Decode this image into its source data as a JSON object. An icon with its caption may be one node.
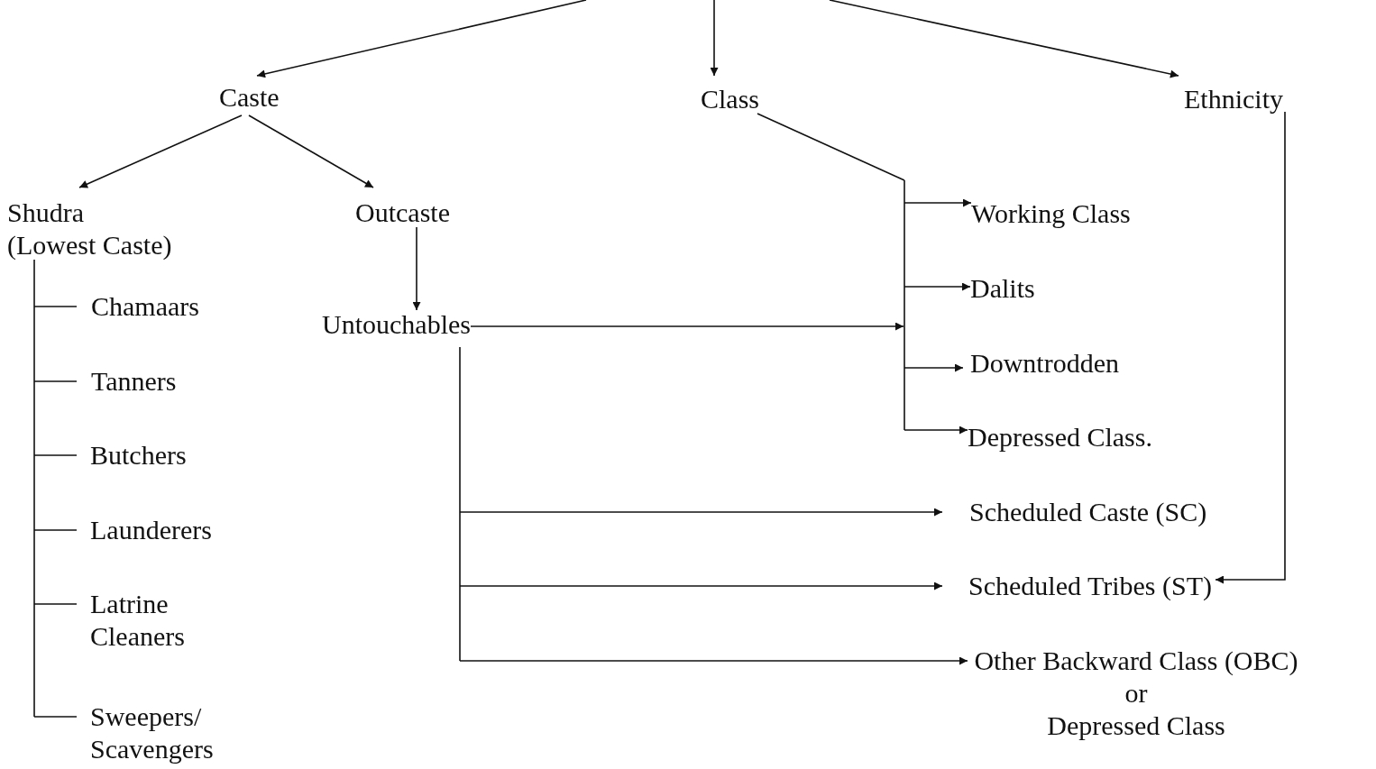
{
  "diagram": {
    "nodes": [
      {
        "text": [
          "Caste"
        ]
      },
      {
        "text": [
          "Class"
        ]
      },
      {
        "text": [
          "Ethnicity"
        ]
      },
      {
        "text": [
          "Shudra",
          "(Lowest Caste)"
        ]
      },
      {
        "text": [
          "Outcaste"
        ]
      },
      {
        "text": [
          "Chamaars"
        ]
      },
      {
        "text": [
          "Tanners"
        ]
      },
      {
        "text": [
          "Butchers"
        ]
      },
      {
        "text": [
          "Launderers"
        ]
      },
      {
        "text": [
          "Latrine Cleaners"
        ]
      },
      {
        "text": [
          "Sweepers/ Scavengers"
        ]
      },
      {
        "text": [
          "Untouchables"
        ]
      },
      {
        "text": [
          "Working Class"
        ]
      },
      {
        "text": [
          "Dalits"
        ]
      },
      {
        "text": [
          "Downtrodden"
        ]
      },
      {
        "text": [
          "Depressed Class."
        ]
      },
      {
        "text": [
          "Scheduled Caste (SC)"
        ]
      },
      {
        "text": [
          "Scheduled Tribes (ST)"
        ]
      },
      {
        "text": [
          "Other Backward Class (OBC)",
          "or",
          "Depressed Class"
        ]
      }
    ],
    "edges": [
      {
        "from": null,
        "to": 0,
        "arrow": "to"
      },
      {
        "from": null,
        "to": 1,
        "arrow": "to"
      },
      {
        "from": null,
        "to": 2,
        "arrow": "to"
      },
      {
        "from": 0,
        "to": 3,
        "arrow": "to"
      },
      {
        "from": 0,
        "to": 4,
        "arrow": "to"
      },
      {
        "from": 3,
        "to": 5,
        "arrow": "none"
      },
      {
        "from": 3,
        "to": 6,
        "arrow": "none"
      },
      {
        "from": 3,
        "to": 7,
        "arrow": "none"
      },
      {
        "from": 3,
        "to": 8,
        "arrow": "none"
      },
      {
        "from": 3,
        "to": 9,
        "arrow": "none"
      },
      {
        "from": 3,
        "to": 10,
        "arrow": "none"
      },
      {
        "from": 4,
        "to": 11,
        "arrow": "to"
      },
      {
        "from": 1,
        "to": 12,
        "arrow": "to"
      },
      {
        "from": 1,
        "to": 13,
        "arrow": "to"
      },
      {
        "from": 1,
        "to": 14,
        "arrow": "to"
      },
      {
        "from": 1,
        "to": 15,
        "arrow": "to"
      },
      {
        "from": 11,
        "to": 12,
        "arrow": "to"
      },
      {
        "from": 11,
        "to": 13,
        "arrow": "to"
      },
      {
        "from": 11,
        "to": 14,
        "arrow": "to"
      },
      {
        "from": 11,
        "to": 15,
        "arrow": "to"
      },
      {
        "from": 11,
        "to": 16,
        "arrow": "to"
      },
      {
        "from": 11,
        "to": 17,
        "arrow": "to"
      },
      {
        "from": 11,
        "to": 18,
        "arrow": "to"
      },
      {
        "from": 2,
        "to": 17,
        "arrow": "to"
      }
    ]
  }
}
